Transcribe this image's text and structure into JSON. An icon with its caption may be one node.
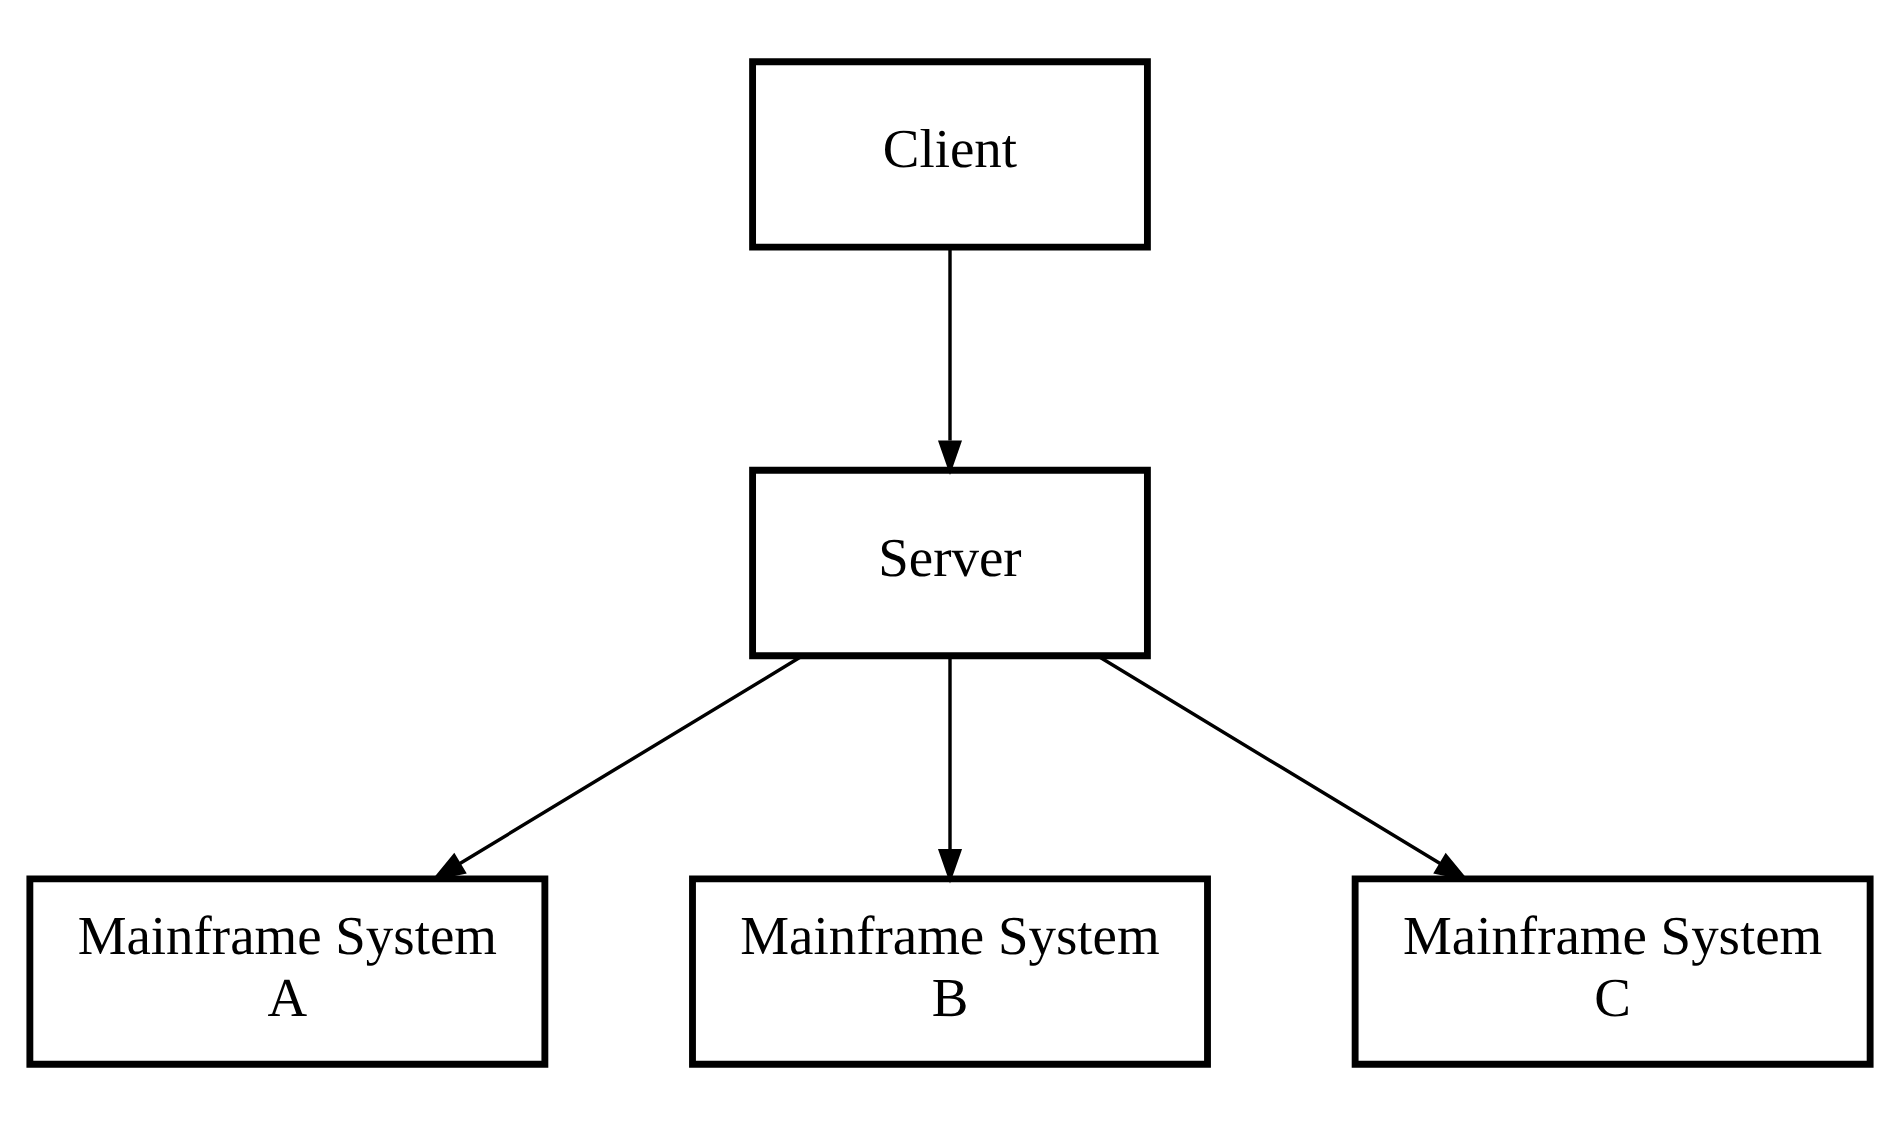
{
  "diagram": {
    "nodes": [
      {
        "text": [
          "Client"
        ]
      },
      {
        "text": [
          "Server"
        ]
      },
      {
        "text": [
          "Mainframe System A"
        ]
      },
      {
        "text": [
          "Mainframe System B"
        ]
      },
      {
        "text": [
          "Mainframe System C"
        ]
      }
    ],
    "edges": [
      {
        "from": 0,
        "to": 1,
        "arrow": "to"
      },
      {
        "from": 1,
        "to": 2,
        "arrow": "to"
      },
      {
        "from": 1,
        "to": 3,
        "arrow": "to"
      },
      {
        "from": 1,
        "to": 4,
        "arrow": "to"
      }
    ]
  }
}
